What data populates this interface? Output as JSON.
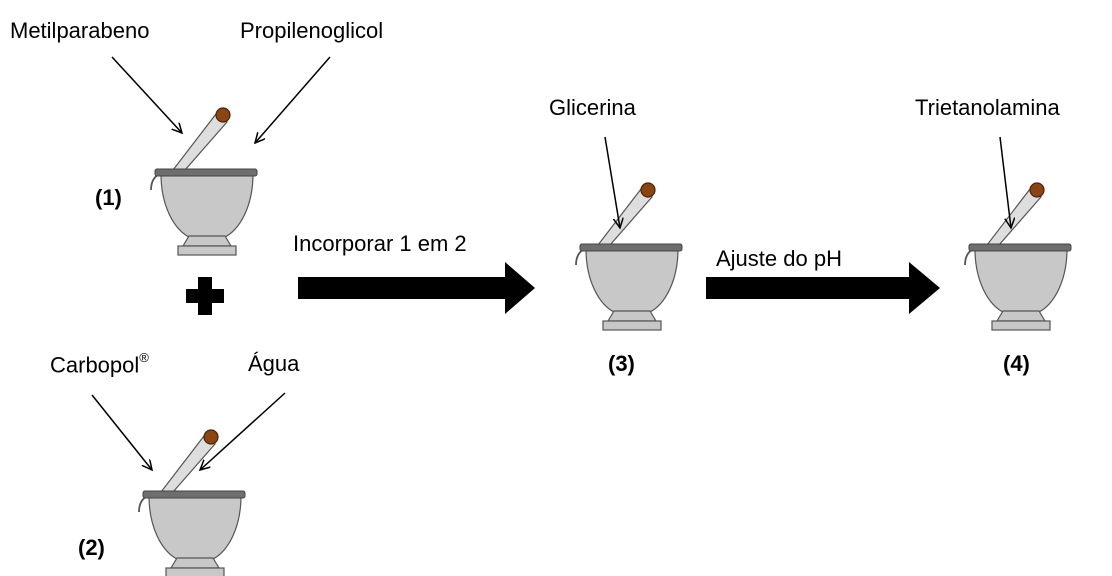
{
  "ingredients": {
    "metilparabeno": "Metilparabeno",
    "propilenoglicol": "Propilenoglicol",
    "carbopol": "Carbopol",
    "carbopol_mark": "®",
    "agua": "Água",
    "glicerina": "Glicerina",
    "trietanolamina": "Trietanolamina"
  },
  "steps": {
    "one": "(1)",
    "two": "(2)",
    "three": "(3)",
    "four": "(4)"
  },
  "arrows": {
    "incorporate": "Incorporar 1 em 2",
    "ph": "Ajuste do pH"
  },
  "colors": {
    "bowl": "#c8c8c8",
    "rim": "#6e6e6e",
    "pestle": "#dedede",
    "pestle_tip": "#8b4513",
    "arrow": "#000000"
  }
}
